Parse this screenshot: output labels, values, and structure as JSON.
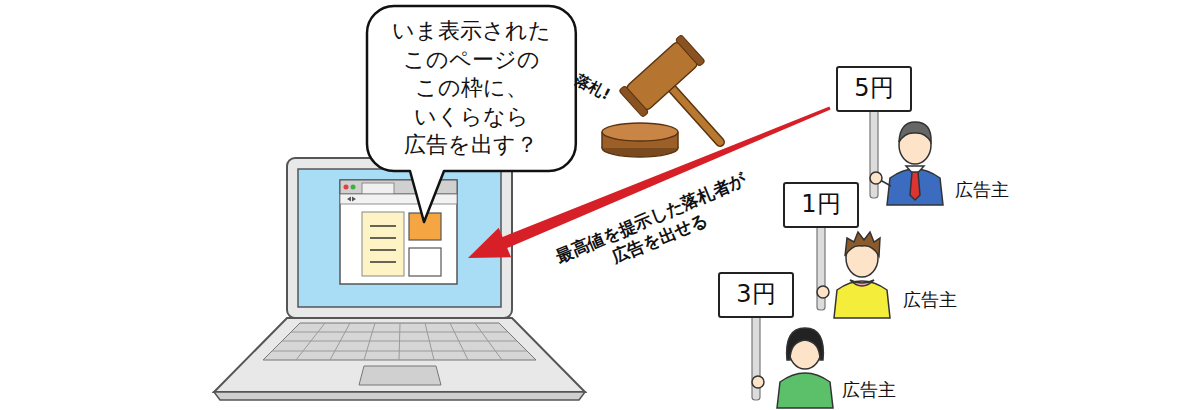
{
  "diagram": {
    "nodes": [
      {
        "text": [
          "いま表示された このページの この枠に、 いくらなら 広告を出す？"
        ]
      },
      {
        "text": [
          "5円"
        ]
      },
      {
        "text": [
          "1円"
        ]
      },
      {
        "text": [
          "3円"
        ]
      }
    ],
    "labels": [
      "落札!",
      "最高値を提示した落札者が 広告を出せる",
      "広告主",
      "広告主",
      "広告主"
    ]
  }
}
